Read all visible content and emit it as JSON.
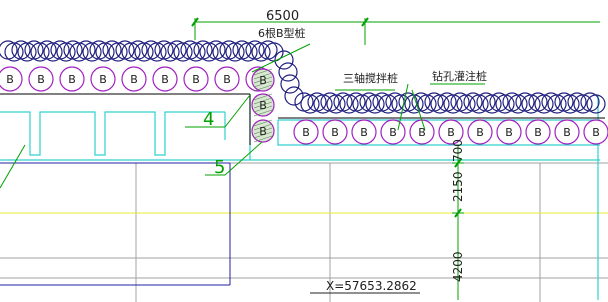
{
  "dimensions": {
    "top_width": "6500",
    "vertical_700": "700",
    "vertical_2150": "2150",
    "vertical_4200": "4200"
  },
  "labels": {
    "pile_type_6b": "6根B型桩",
    "three_axis_mixing_pile": "三轴搅拌桩",
    "bored_cast_pile": "钻孔灌注桩",
    "callout_4": "4",
    "callout_5": "5",
    "coordinate_x": "X=57653.2862",
    "pile_mark": "B"
  },
  "colors": {
    "pile_circle": "#a020c0",
    "mixing_chain": "#202080",
    "dimension_line": "#00a000",
    "cyan_structure": "#30d0d0",
    "yellow_line": "#e8e830",
    "grid_line": "#a0a0a0",
    "hatch": "#608060"
  }
}
